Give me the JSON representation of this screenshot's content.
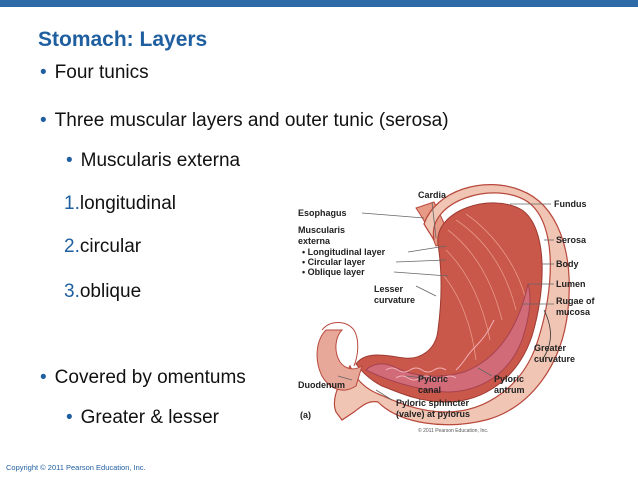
{
  "slide": {
    "title": "Stomach: Layers",
    "bullets": {
      "b1": "Four tunics",
      "b2": "Three muscular layers and outer tunic (serosa)",
      "b2_sub": "Muscularis externa",
      "n1": "1.",
      "n1_text": "longitudinal",
      "n2": "2.",
      "n2_text": "circular",
      "n3": "3.",
      "n3_text": "oblique",
      "b3": "Covered by omentums",
      "b3_sub": "Greater & lesser"
    },
    "bullet_glyph": "•",
    "copyright": "Copyright © 2011 Pearson Education, Inc."
  },
  "figure": {
    "labels": {
      "cardia": "Cardia",
      "fundus": "Fundus",
      "esophagus": "Esophagus",
      "muscularis1": "Muscularis",
      "muscularis2": "externa",
      "longitudinal": "• Longitudinal layer",
      "circular": "• Circular layer",
      "oblique": "• Oblique layer",
      "serosa": "Serosa",
      "body": "Body",
      "lumen": "Lumen",
      "rugae1": "Rugae of",
      "rugae2": "mucosa",
      "lesser1": "Lesser",
      "lesser2": "curvature",
      "greater1": "Greater",
      "greater2": "curvature",
      "duodenum": "Duodenum",
      "pyloric_canal1": "Pyloric",
      "pyloric_canal2": "canal",
      "pyloric_antrum1": "Pyloric",
      "pyloric_antrum2": "antrum",
      "sphincter1": "Pyloric sphincter",
      "sphincter2": "(valve) at pylorus",
      "panel": "(a)",
      "fig_copyright": "© 2011 Pearson Education, Inc."
    },
    "colors": {
      "muscle": "#c9574a",
      "muscle_light": "#e79a86",
      "mucosa": "#d26b78",
      "serosa": "#f1c5b4"
    }
  }
}
